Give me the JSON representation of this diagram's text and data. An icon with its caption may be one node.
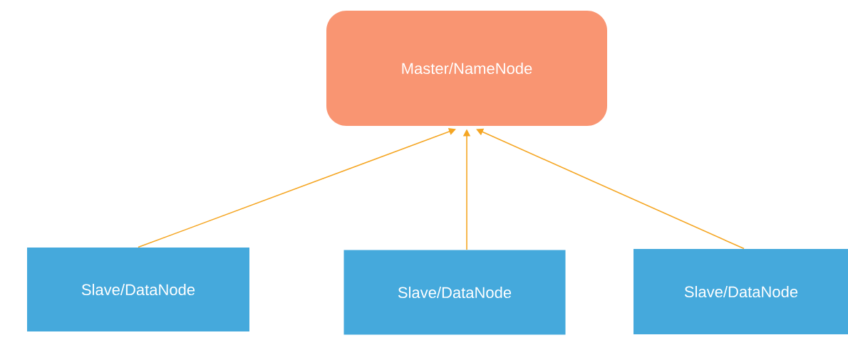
{
  "diagram": {
    "nodes": [
      {
        "text": [
          "Master/NameNode"
        ]
      },
      {
        "text": [
          "Slave/DataNode"
        ]
      },
      {
        "text": [
          "Slave/DataNode"
        ]
      },
      {
        "text": [
          "Slave/DataNode"
        ]
      }
    ],
    "edges": [
      {
        "from": 1,
        "to": 0,
        "arrow": "to"
      },
      {
        "from": 2,
        "to": 0,
        "arrow": "to"
      },
      {
        "from": 3,
        "to": 0,
        "arrow": "to"
      }
    ]
  }
}
